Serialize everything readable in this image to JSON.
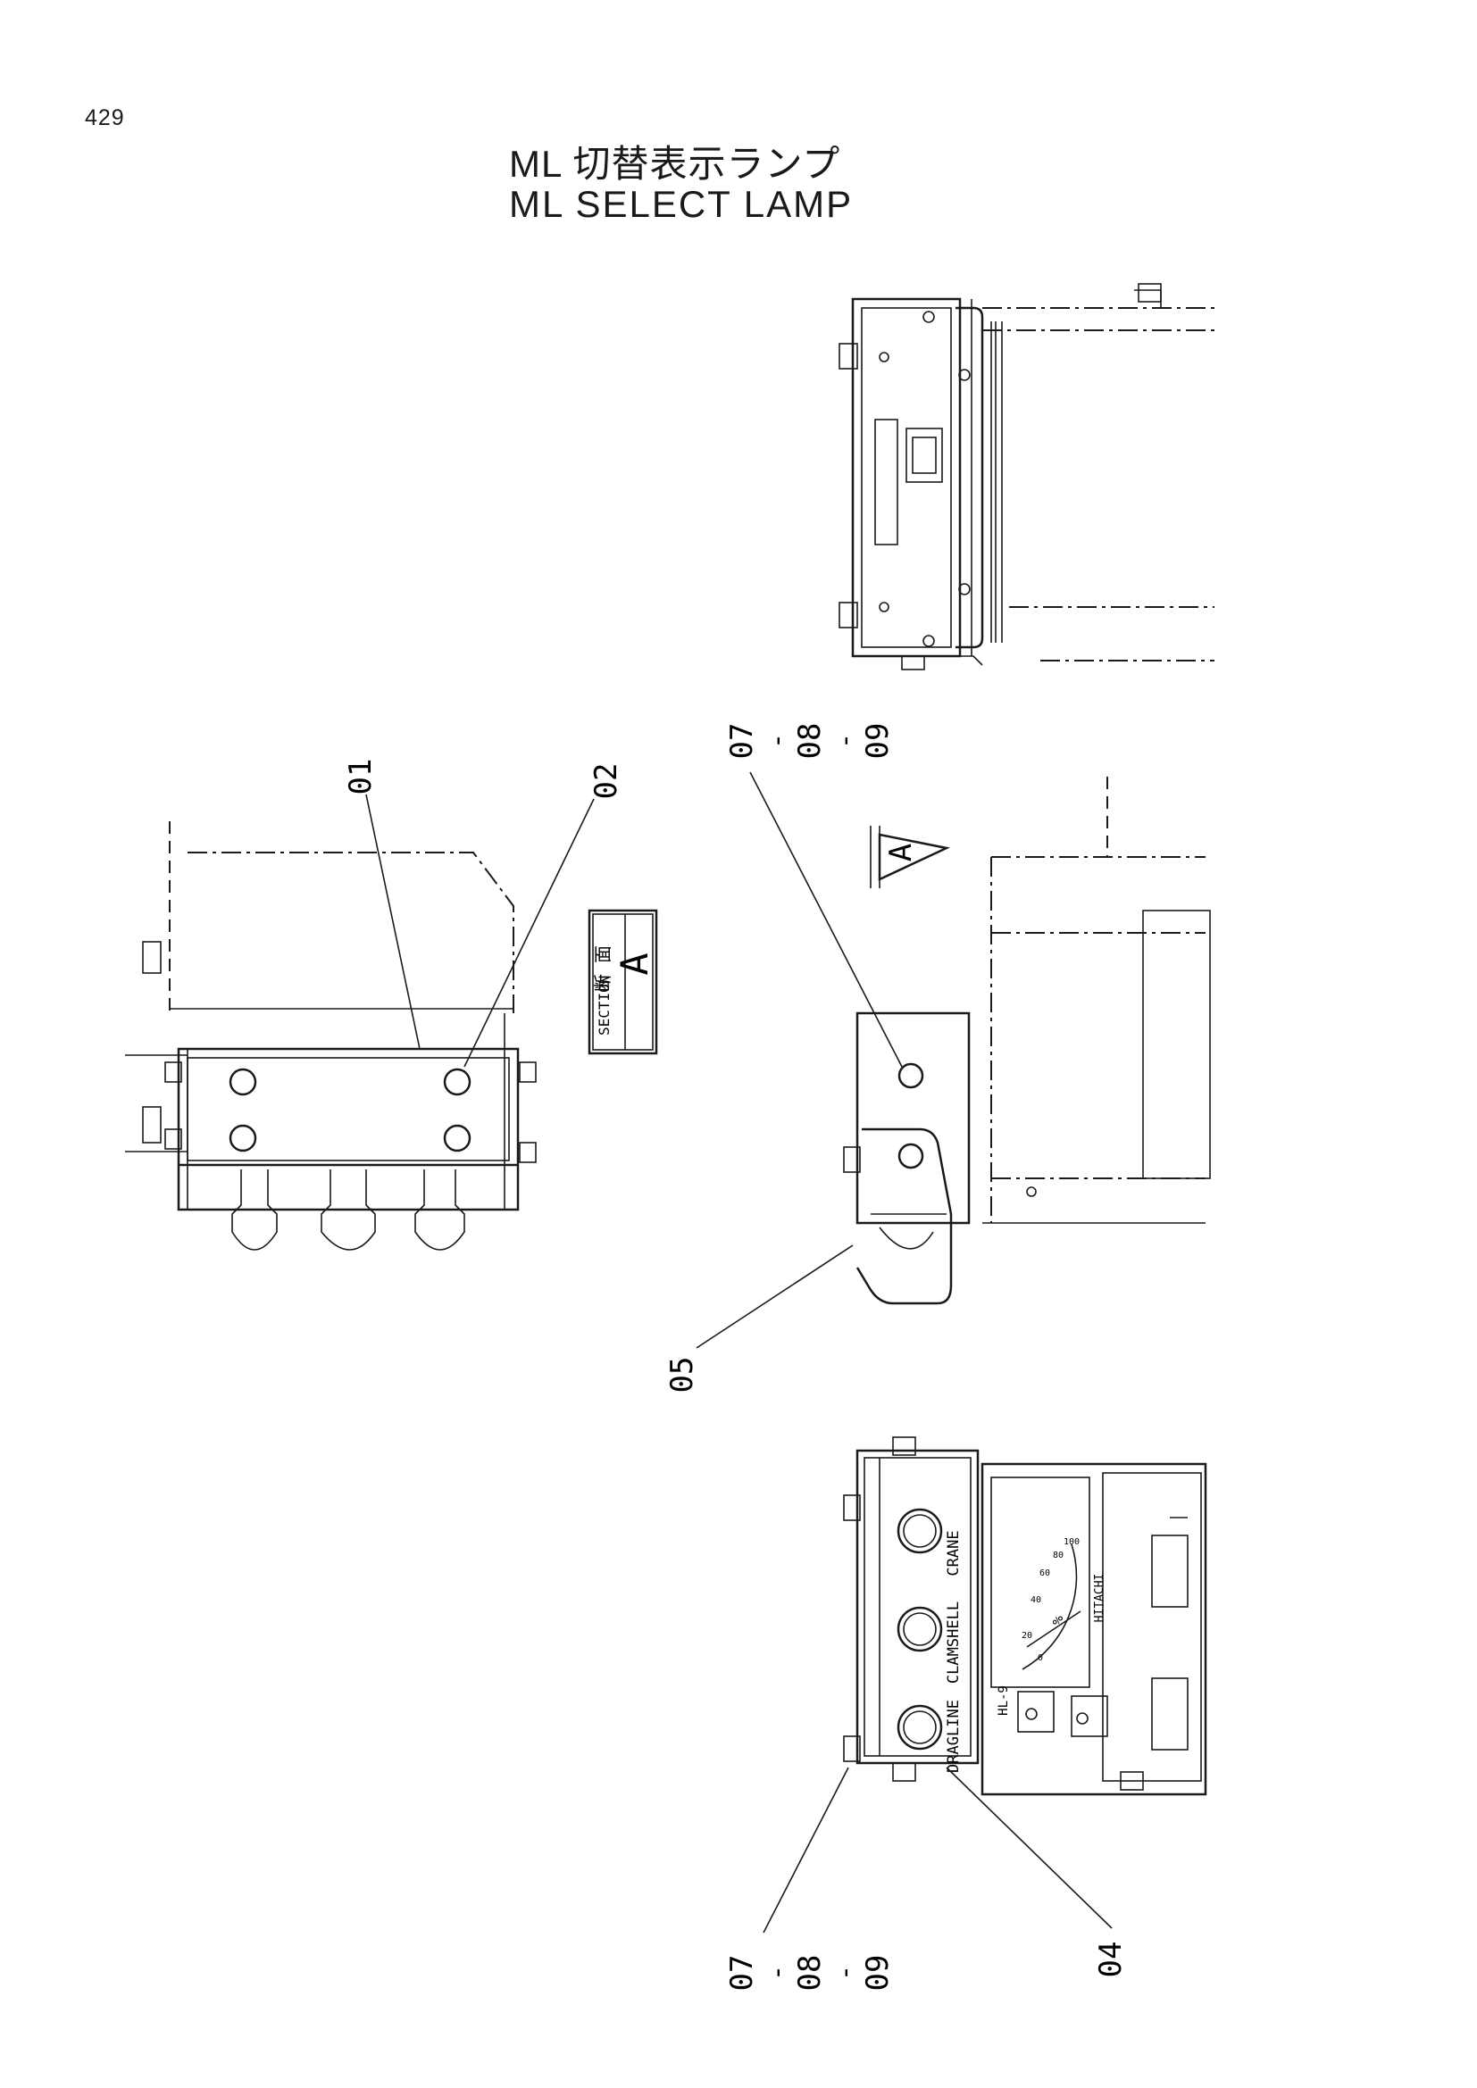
{
  "page_number": "429",
  "title_jp": "ML 切替表示ランプ",
  "title_en": "ML SELECT LAMP",
  "section_label": {
    "kanji": "断 面",
    "word": "SECTION",
    "letter": "A"
  },
  "view_arrow_letter": "A",
  "callouts": {
    "c01": "01",
    "c02": "02",
    "c04": "04",
    "c05": "05",
    "c07_top": [
      "07",
      "-",
      "08",
      "-",
      "09"
    ],
    "c07_bottom": [
      "07",
      "-",
      "08",
      "-",
      "09"
    ]
  },
  "panel_labels": {
    "dragline": "DRAGLINE",
    "clamshell": "CLAMSHELL",
    "crane": "CRANE",
    "hl9": "HL-9",
    "brand": "HITACHI",
    "percent": "%",
    "gauge_ticks": [
      "0",
      "20",
      "40",
      "60",
      "80",
      "100"
    ]
  }
}
